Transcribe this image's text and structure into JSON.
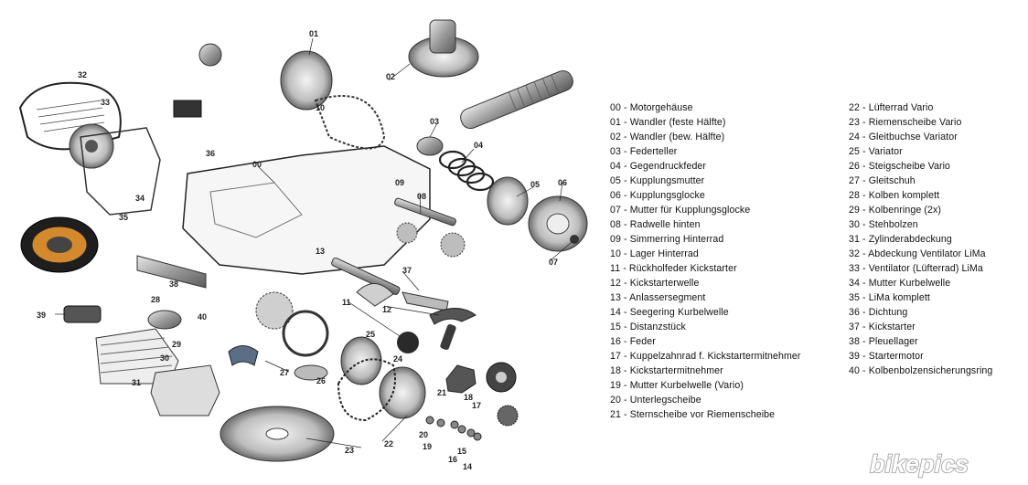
{
  "callouts": [
    "00",
    "01",
    "02",
    "03",
    "04",
    "05",
    "06",
    "07",
    "08",
    "09",
    "10",
    "11",
    "12",
    "13",
    "14",
    "15",
    "16",
    "17",
    "18",
    "19",
    "20",
    "21",
    "22",
    "23",
    "24",
    "25",
    "26",
    "27",
    "28",
    "29",
    "30",
    "31",
    "32",
    "33",
    "34",
    "35",
    "36",
    "37",
    "38",
    "39",
    "40"
  ],
  "legend": {
    "col1": [
      "00 - Motorgehäuse",
      "01 - Wandler (feste Hälfte)",
      "02 - Wandler (bew. Hälfte)",
      "03 - Federteller",
      "04 - Gegendruckfeder",
      "05 - Kupplungsmutter",
      "06 - Kupplungsglocke",
      "07 - Mutter für Kupplungsglocke",
      "08 - Radwelle hinten",
      "09 - Simmerring Hinterrad",
      "10 - Lager Hinterrad",
      "11 - Rückholfeder Kickstarter",
      "12 - Kickstarterwelle",
      "13 - Anlassersegment",
      "14 - Seegering Kurbelwelle",
      "15 - Distanzstück",
      "16 - Feder",
      "17 - Kuppelzahnrad f. Kickstartermitnehmer",
      "18 - Kickstartermitnehmer",
      "19 - Mutter Kurbelwelle (Vario)",
      "20 - Unterlegscheibe",
      "21 - Sternscheibe vor Riemenscheibe"
    ],
    "col2": [
      "22 - Lüfterrad Vario",
      "23 - Riemenscheibe Vario",
      "24 - Gleitbuchse Variator",
      "25 - Variator",
      "26 - Steigscheibe Vario",
      "27 - Gleitschuh",
      "28 - Kolben komplett",
      "29 - Kolbenringe (2x)",
      "30 - Stehbolzen",
      "31 - Zylinderabdeckung",
      "32 - Abdeckung Ventilator LiMa",
      "33 - Ventilator (Lüfterrad) LiMa",
      "34 - Mutter Kurbelwelle",
      "35 - LiMa komplett",
      "36 - Dichtung",
      "37 - Kickstarter",
      "38 - Pleuellager",
      "39 - Startermotor",
      "40 - Kolbenbolzensicherungsring"
    ]
  },
  "watermark": "bikepics",
  "colors": {
    "text": "#111111",
    "line": "#222222",
    "metal": "#9a9a9a",
    "dark": "#2b2b2b"
  }
}
